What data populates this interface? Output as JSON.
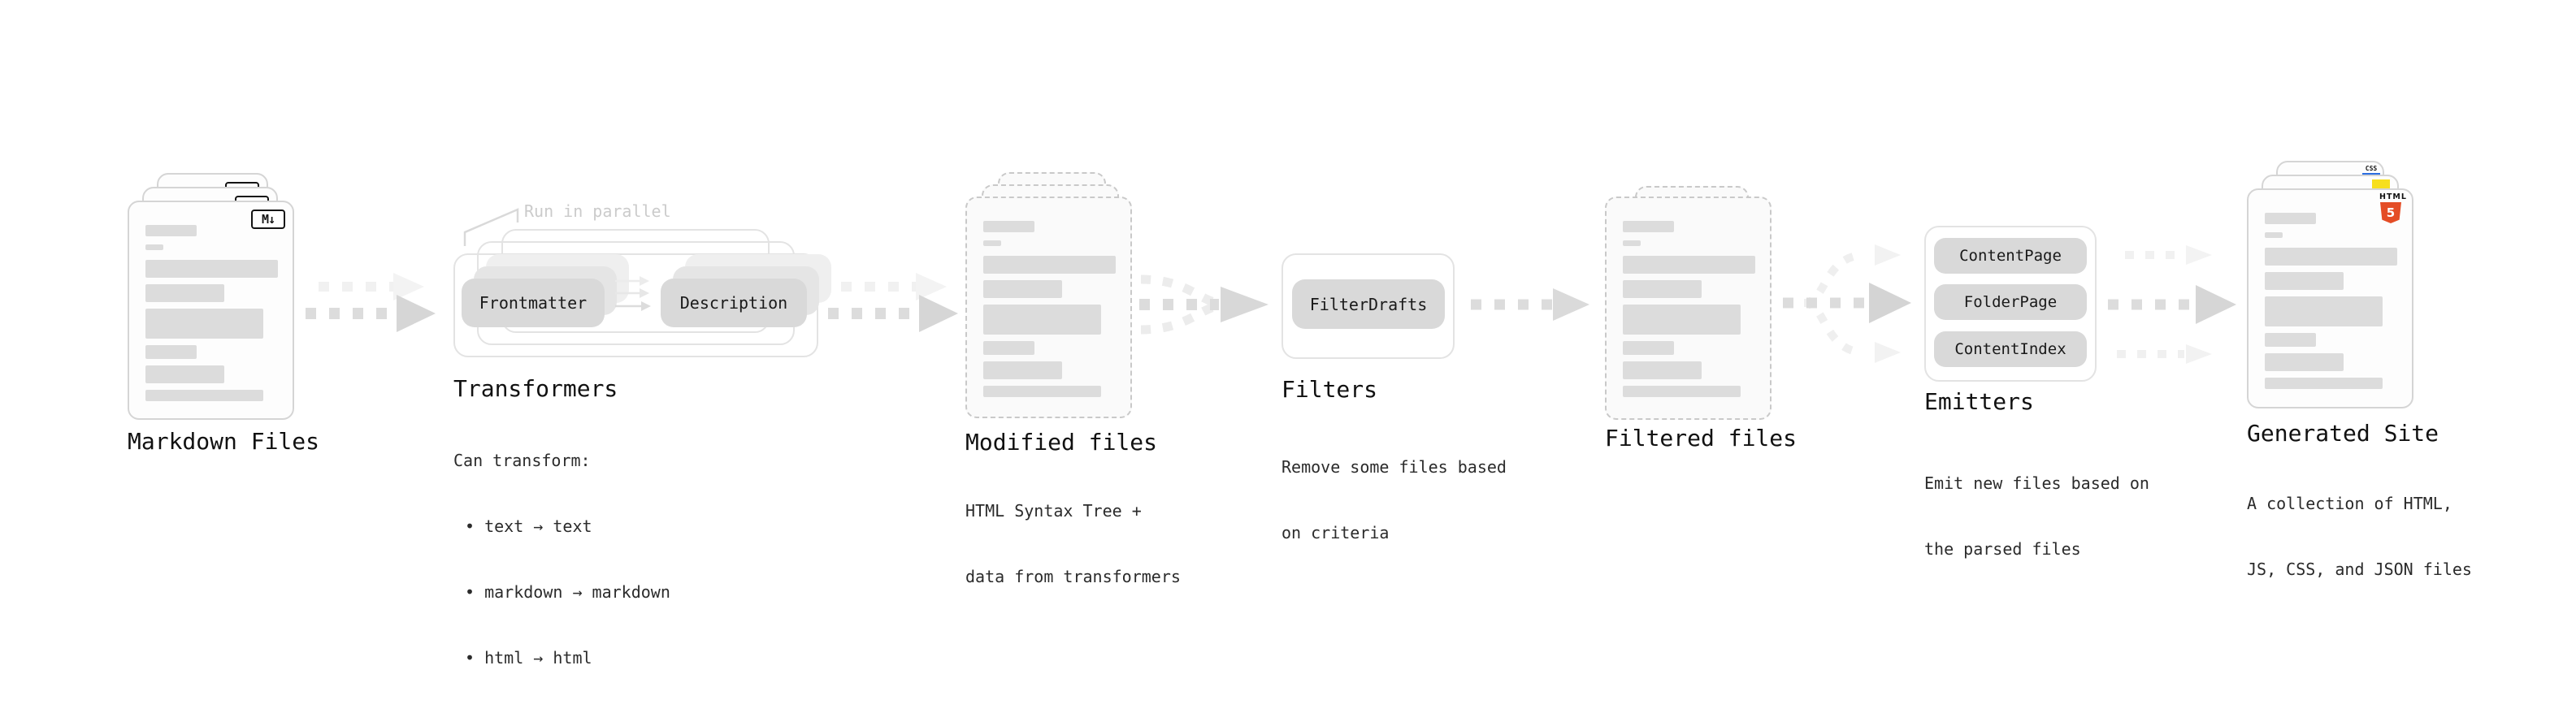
{
  "diagram": {
    "stages": {
      "markdown_files": {
        "title": "Markdown Files"
      },
      "transformers": {
        "title": "Transformers",
        "annotation": "Run in parallel",
        "pills": [
          "Frontmatter",
          "Description"
        ],
        "desc": [
          "Can transform:",
          "• text → text",
          "• markdown → markdown",
          "• html → html"
        ]
      },
      "modified_files": {
        "title": "Modified files",
        "desc": [
          "HTML Syntax Tree +",
          "data from transformers"
        ]
      },
      "filters": {
        "title": "Filters",
        "pills": [
          "FilterDrafts"
        ],
        "desc": [
          "Remove some files based",
          "on criteria"
        ]
      },
      "filtered_files": {
        "title": "Filtered files"
      },
      "emitters": {
        "title": "Emitters",
        "pills": [
          "ContentPage",
          "FolderPage",
          "ContentIndex"
        ],
        "desc": [
          "Emit new files based on",
          "the parsed files"
        ]
      },
      "generated_site": {
        "title": "Generated Site",
        "desc": [
          "A collection of HTML,",
          "JS, CSS, and JSON files"
        ]
      }
    },
    "icons": {
      "markdown": "M↓",
      "html5_label": "HTML",
      "html5_number": "5",
      "css_label": "CSS"
    },
    "colors": {
      "html5": "#e44d26",
      "js": "#f7df1e",
      "css": "#2b6de0"
    }
  }
}
